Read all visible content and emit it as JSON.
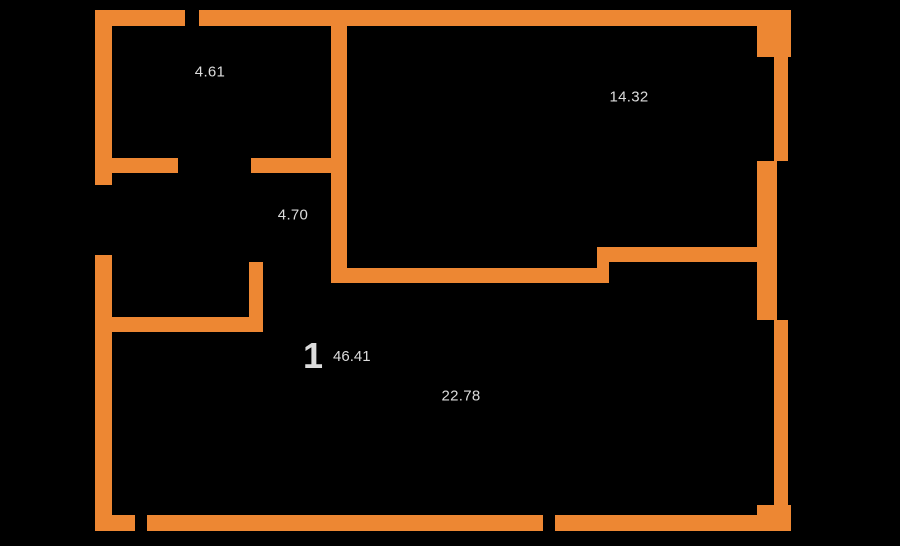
{
  "floorplan": {
    "apartment": {
      "number": "1",
      "total_area": "46.41"
    },
    "rooms": [
      {
        "id": "room-top-left",
        "area": "4.61"
      },
      {
        "id": "room-top-right",
        "area": "14.32"
      },
      {
        "id": "hallway",
        "area": "4.70"
      },
      {
        "id": "room-bottom",
        "area": "22.78"
      }
    ],
    "colors": {
      "wall": "#ED8733",
      "background": "#000000",
      "label_text": "#DCDCDC"
    }
  }
}
